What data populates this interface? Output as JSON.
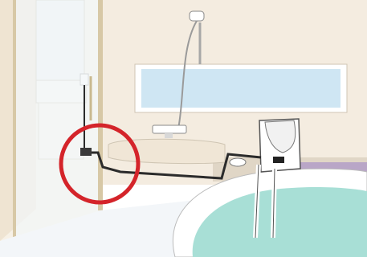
{
  "illustration": {
    "subject": "bathroom-bathtub-heater-installation",
    "colors": {
      "wall": "#f4ece0",
      "wall_shadow": "#e9dcc8",
      "door_frame": "#d7c8a6",
      "window": "#cfe6f3",
      "window_frame": "#ffffff",
      "floor": "#f3f6f9",
      "tub_shelf": "#b9a6c7",
      "water": "#a8dfd6",
      "cable": "#2b2b2b",
      "highlight_ring": "#d4242a",
      "device_body": "#ffffff",
      "outline": "#555555"
    },
    "icons": [
      "bath-heater-unit",
      "shower-head",
      "faucet",
      "power-outlet",
      "connection-highlight-ring"
    ]
  }
}
